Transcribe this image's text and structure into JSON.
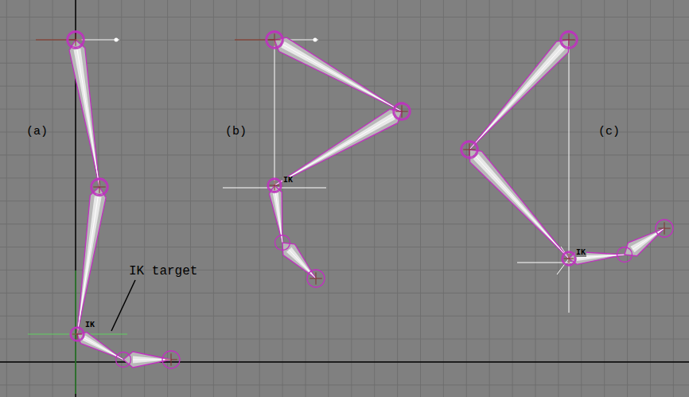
{
  "diagram": {
    "labels": [
      "(a)",
      "(b)",
      "(c)",
      "IK target",
      "IK",
      "IK",
      "IK"
    ]
  }
}
